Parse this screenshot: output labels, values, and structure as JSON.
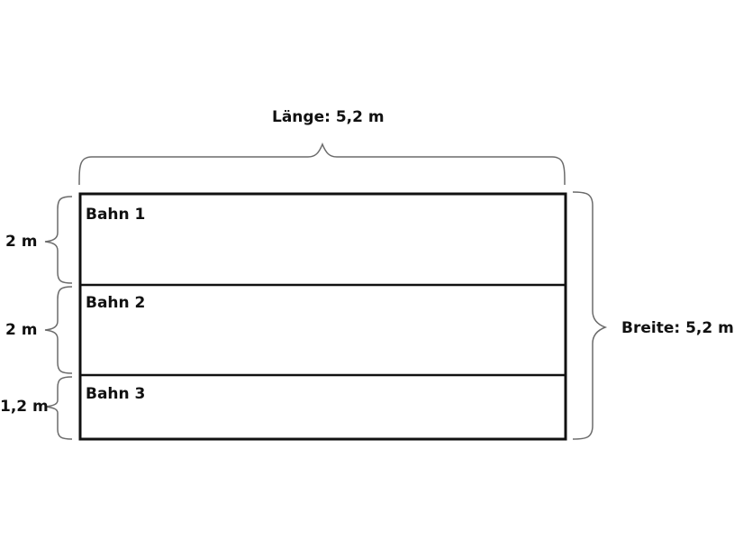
{
  "diagram": {
    "length_label": "Länge: 5,2 m",
    "width_label": "Breite: 5,2 m",
    "lanes": [
      {
        "label": "Bahn 1",
        "dimension": "2 m"
      },
      {
        "label": "Bahn 2",
        "dimension": "2 m"
      },
      {
        "label": "Bahn 3",
        "dimension": "1,2 m"
      }
    ],
    "colors": {
      "outline": "#111111",
      "brace": "#6b6b6b"
    }
  }
}
